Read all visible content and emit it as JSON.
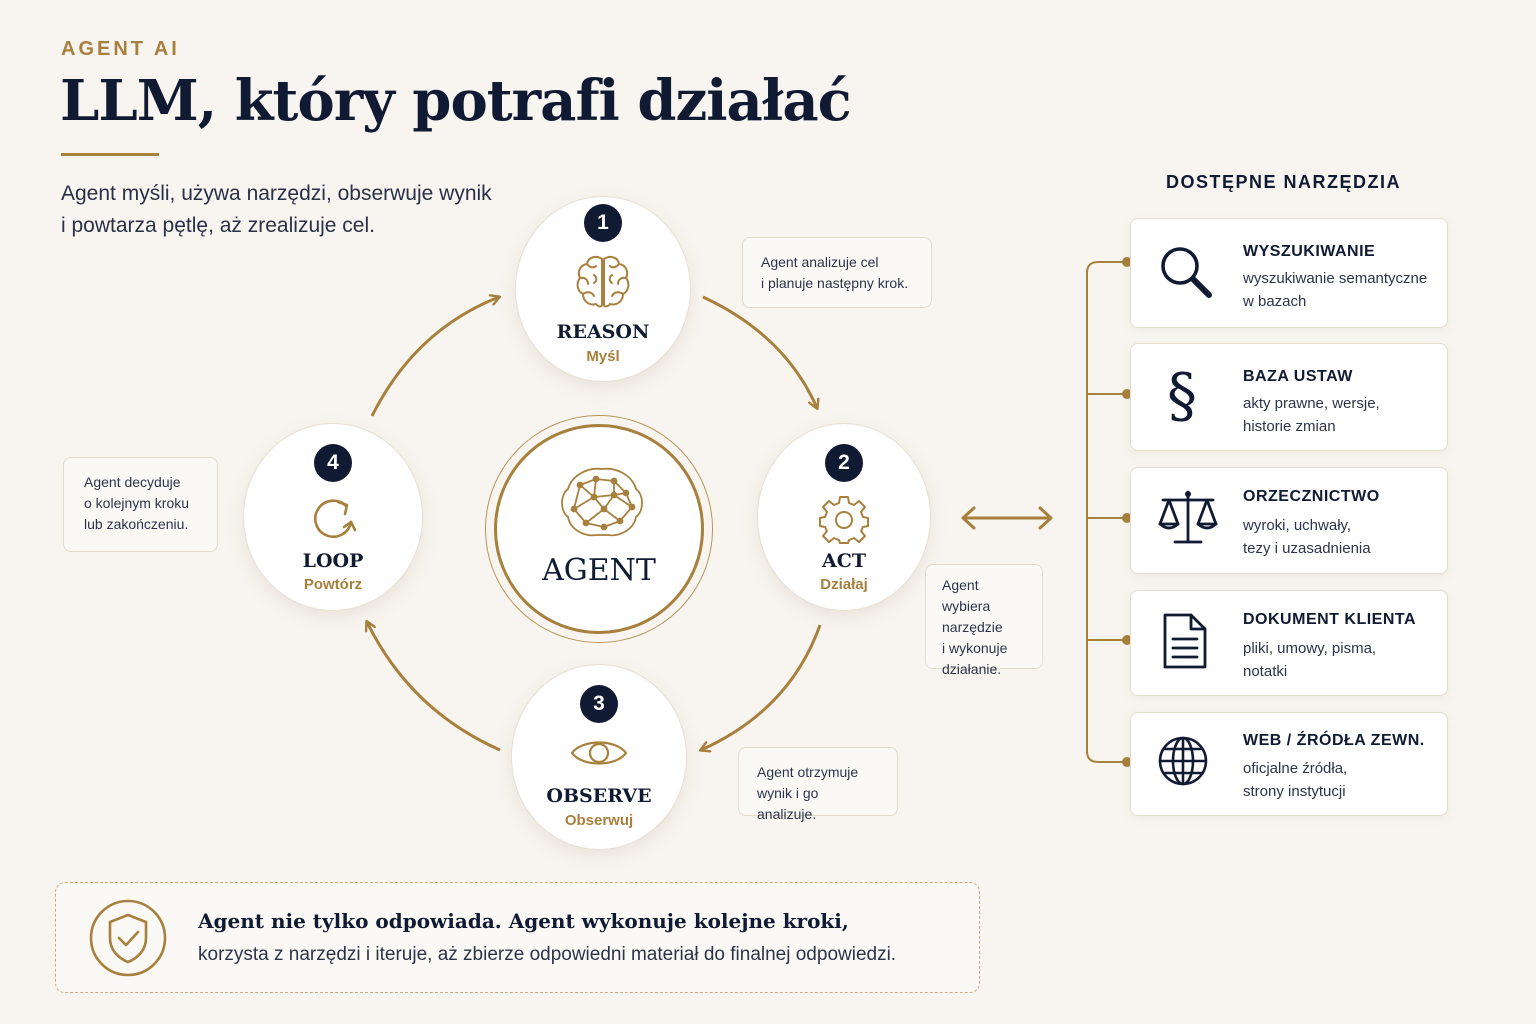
{
  "header": {
    "eyebrow": "AGENT AI",
    "title": "LLM, który potrafi działać",
    "intro_line1": "Agent myśli, używa narzędzi, obserwuje wynik",
    "intro_line2": "i powtarza pętlę, aż zrealizuje cel."
  },
  "center": {
    "label": "AGENT"
  },
  "steps": [
    {
      "number": "1",
      "label": "REASON",
      "sub": "Myśl",
      "icon": "brain-icon",
      "note_line1": "Agent analizuje cel",
      "note_line2": "i planuje następny krok."
    },
    {
      "number": "2",
      "label": "ACT",
      "sub": "Działaj",
      "icon": "gear-icon",
      "note_line1": "Agent wybiera",
      "note_line2": "narzędzie",
      "note_line3": "i wykonuje",
      "note_line4": "działanie."
    },
    {
      "number": "3",
      "label": "OBSERVE",
      "sub": "Obserwuj",
      "icon": "eye-icon",
      "note_line1": "Agent otrzymuje",
      "note_line2": "wynik i go analizuje."
    },
    {
      "number": "4",
      "label": "LOOP",
      "sub": "Powtórz",
      "icon": "refresh-icon",
      "note_line1": "Agent decyduje",
      "note_line2": "o kolejnym kroku",
      "note_line3": "lub zakończeniu."
    }
  ],
  "tools": {
    "title": "DOSTĘPNE NARZĘDZIA",
    "items": [
      {
        "name": "WYSZUKIWANIE",
        "desc_line1": "wyszukiwanie semantyczne",
        "desc_line2": "w bazach",
        "icon": "search-icon"
      },
      {
        "name": "BAZA USTAW",
        "desc_line1": "akty prawne, wersje,",
        "desc_line2": "historie zmian",
        "icon": "paragraph-icon"
      },
      {
        "name": "ORZECZNICTWO",
        "desc_line1": "wyroki, uchwały,",
        "desc_line2": "tezy i uzasadnienia",
        "icon": "scales-icon"
      },
      {
        "name": "DOKUMENT KLIENTA",
        "desc_line1": "pliki, umowy, pisma,",
        "desc_line2": "notatki",
        "icon": "document-icon"
      },
      {
        "name": "WEB / ŹRÓDŁA ZEWN.",
        "desc_line1": "oficjalne źródła,",
        "desc_line2": "strony instytucji",
        "icon": "globe-icon"
      }
    ]
  },
  "footer": {
    "title": "Agent nie tylko odpowiada. Agent wykonuje kolejne kroki,",
    "text": "korzysta z narzędzi i iteruje, aż zbierze odpowiedni materiał do finalnej odpowiedzi.",
    "icon": "shield-check-icon"
  },
  "colors": {
    "navy": "#111a33",
    "gold": "#a8803d",
    "background": "#f8f5f0"
  }
}
